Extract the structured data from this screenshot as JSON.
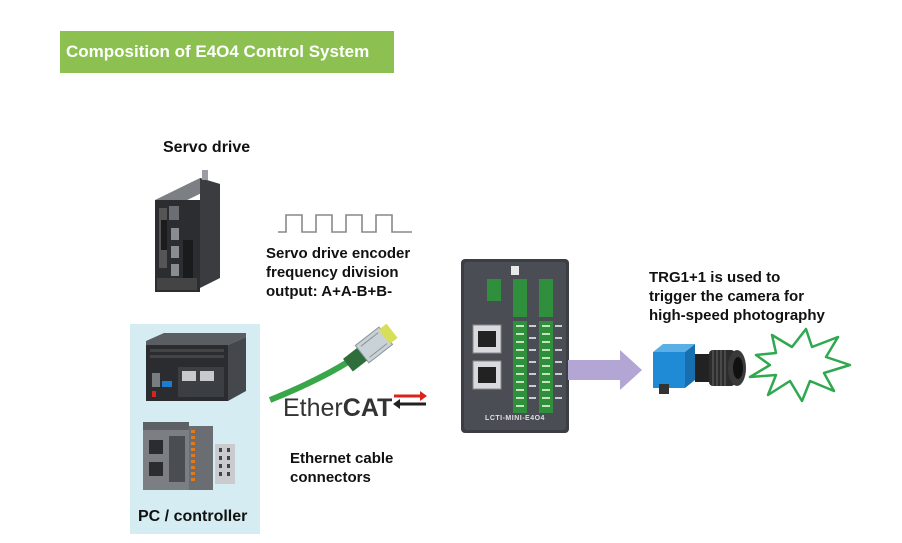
{
  "title": "Composition of E4O4 Control System",
  "labels": {
    "servo_drive": "Servo drive",
    "encoder_line1": "Servo drive encoder",
    "encoder_line2": "frequency division",
    "encoder_line3": "output: A+A-B+B-",
    "trigger_line1": "TRG1+1 is used to",
    "trigger_line2": "trigger the camera for",
    "trigger_line3": "high-speed photography",
    "ethernet_line1": "Ethernet cable",
    "ethernet_line2": "connectors",
    "pc_controller": "PC / controller"
  },
  "ethercat_logo": {
    "part1": "Ether",
    "part2": "CAT"
  },
  "controller_model": "LCTI-MINI-E4O4",
  "colors": {
    "title_bg": "#8cc152",
    "pc_panel_bg": "#d5ecf2",
    "cable_green": "#3aa64a",
    "arrow_fill": "#b3a6d4",
    "flash_stroke": "#2fa84f",
    "terminal_green": "#2f8f3c",
    "ethercat_red": "#d9231d"
  }
}
